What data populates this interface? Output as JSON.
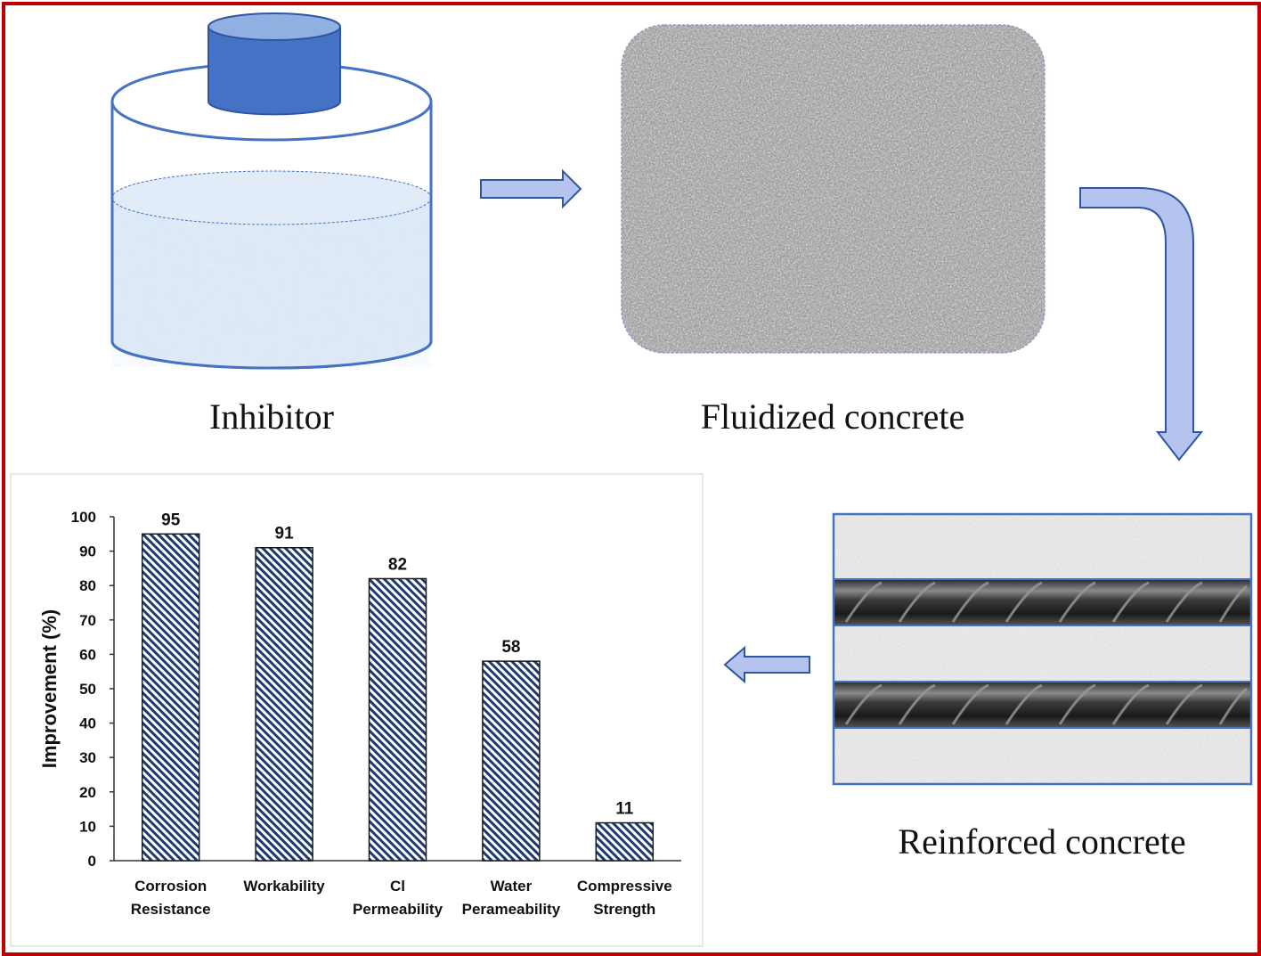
{
  "labels": {
    "inhibitor": "Inhibitor",
    "fluidized": "Fluidized concrete",
    "reinforced": "Reinforced concrete"
  },
  "colors": {
    "frame": "#c00000",
    "beaker_stroke": "#4472c4",
    "cap": "#4472c4",
    "liquid": "#d6e4f5",
    "arrow_fill": "#b4c4ee",
    "arrow_stroke": "#2f55a4",
    "bar_hatch": "#1f3a6e"
  },
  "icons": [
    "beaker-icon",
    "concrete-texture",
    "rebar-icon",
    "arrow-right-icon",
    "arrow-bent-down-icon",
    "arrow-left-icon"
  ],
  "chart_data": {
    "type": "bar",
    "categories": [
      [
        "Corrosion",
        "Resistance"
      ],
      [
        "Workability"
      ],
      [
        "Cl",
        "Permeability"
      ],
      [
        "Water",
        "Perameability"
      ],
      [
        "Compressive",
        "Strength"
      ]
    ],
    "values": [
      95,
      91,
      82,
      58,
      11
    ],
    "ylabel": "Improvement (%)",
    "ylim": [
      0,
      100
    ],
    "yticks": [
      0,
      10,
      20,
      30,
      40,
      50,
      60,
      70,
      80,
      90,
      100
    ],
    "grid": false,
    "legend": "none"
  }
}
